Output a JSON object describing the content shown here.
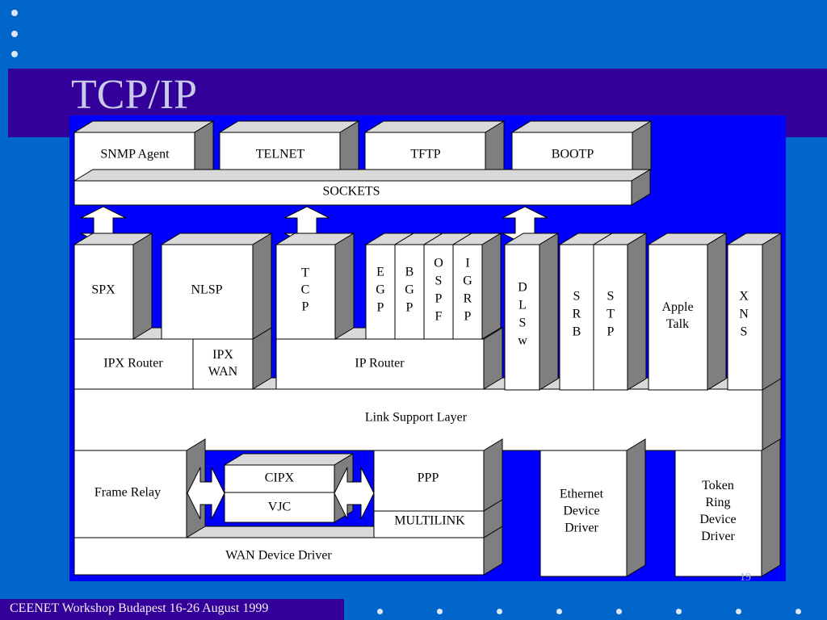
{
  "slide": {
    "title": "TCP/IP",
    "footer": "CEENET Workshop Budapest 16-26 August 1999",
    "page_number": "19"
  },
  "colors": {
    "background": "#0066cc",
    "title_band": "#330099",
    "diagram_background": "#0000ff",
    "box_face": "#ffffff",
    "box_top": "#d9d9d9",
    "box_side": "#7f7f7f"
  },
  "diagram": {
    "apps": [
      "SNMP Agent",
      "TELNET",
      "TFTP",
      "BOOTP"
    ],
    "sockets": "SOCKETS",
    "protocols": {
      "spx": "SPX",
      "nlsp": "NLSP",
      "tcp": "TCP",
      "egp": "EGP",
      "bgp": "BGP",
      "ospf": "OSPF",
      "igrp": "IGRP",
      "dlsw": "DLSw",
      "srb": "SRB",
      "stp": "STP",
      "appletalk": [
        "Apple",
        "Talk"
      ],
      "xns": "XNS"
    },
    "ipx_router": "IPX Router",
    "ipx_wan": [
      "IPX",
      "WAN"
    ],
    "ip_router": "IP Router",
    "link_support_layer": "Link Support Layer",
    "frame_relay": "Frame Relay",
    "cipx": "CIPX",
    "vjc": "VJC",
    "ppp": "PPP",
    "multilink": "MULTILINK",
    "wan_device_driver": "WAN Device Driver",
    "ethernet_driver": [
      "Ethernet",
      "Device",
      "Driver"
    ],
    "token_ring_driver": [
      "Token",
      "Ring",
      "Device",
      "Driver"
    ]
  }
}
